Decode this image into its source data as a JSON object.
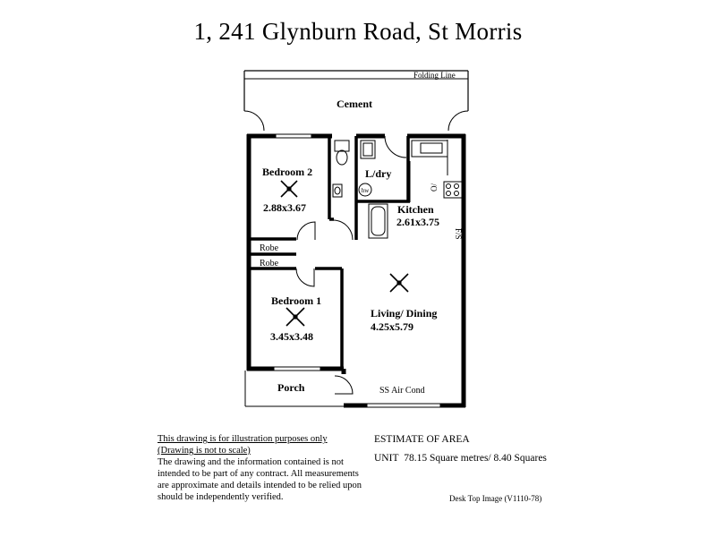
{
  "title": "1, 241 Glynburn Road,  St Morris",
  "plan": {
    "folding_line": "Folding Line",
    "cement": "Cement",
    "bedroom2": {
      "name": "Bedroom 2",
      "size": "2.88x3.67"
    },
    "laundry": "L/dry",
    "hot_water": "hw",
    "kitchen": {
      "name": "Kitchen",
      "size": "2.61x3.75"
    },
    "cooktop": "O/",
    "fridge_space": "F/S",
    "robe_upper": "Robe",
    "robe_lower": "Robe",
    "bedroom1": {
      "name": "Bedroom 1",
      "size": "3.45x3.48"
    },
    "living": {
      "name": "Living/ Dining",
      "size": "4.25x5.79"
    },
    "porch": "Porch",
    "air_cond": "SS Air Cond"
  },
  "disclaimer": {
    "line1": "This drawing is for illustration purposes only",
    "line2": "(Drawing is not to scale)",
    "body": "The drawing and the information contained is not intended to be part of any contract.  All measurements are approximate and details intended to be relied upon should be independently verified."
  },
  "area": {
    "heading": "ESTIMATE OF AREA",
    "unit_label": "UNIT",
    "unit_value": "78.15 Square metres/ 8.40 Squares"
  },
  "reference": "Desk Top Image   (V1110-78)"
}
